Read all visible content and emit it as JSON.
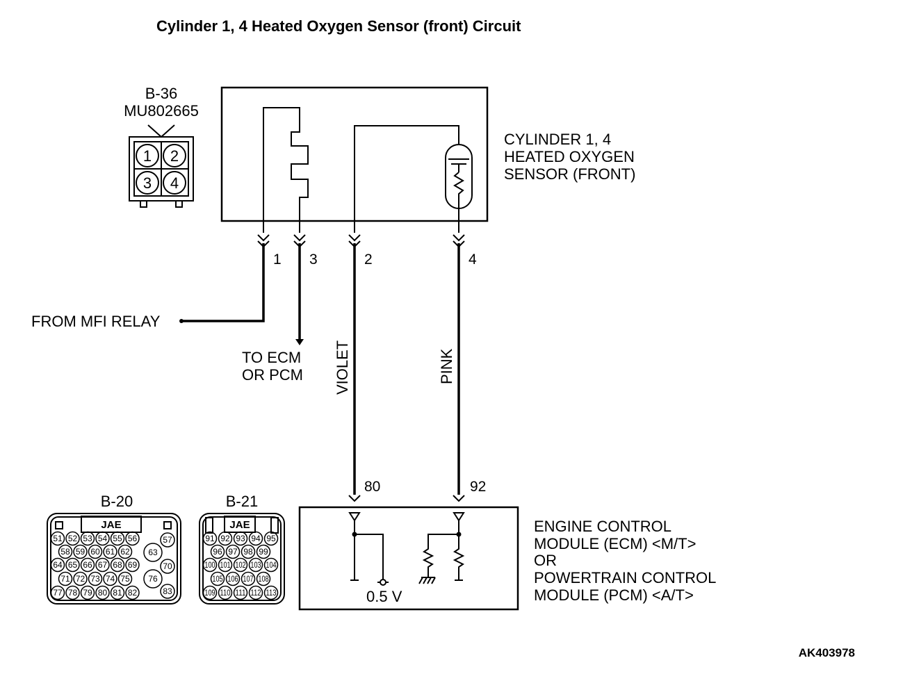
{
  "title": "Cylinder 1, 4 Heated Oxygen Sensor (front) Circuit",
  "connector_b36": {
    "name": "B-36",
    "part": "MU802665",
    "pins": [
      "1",
      "2",
      "3",
      "4"
    ]
  },
  "sensor": {
    "line1": "CYLINDER 1, 4",
    "line2": "HEATED OXYGEN",
    "line3": "SENSOR (FRONT)"
  },
  "wire_pins": {
    "p1": "1",
    "p3": "3",
    "p2": "2",
    "p4": "4"
  },
  "labels": {
    "from_relay": "FROM MFI RELAY",
    "to_ecm_1": "TO ECM",
    "to_ecm_2": "OR PCM",
    "violet": "VIOLET",
    "pink": "PINK"
  },
  "ecm_pins": {
    "a": "80",
    "b": "92"
  },
  "ecm": {
    "line1": "ENGINE CONTROL",
    "line2": "MODULE (ECM) <M/T>",
    "line3": "OR",
    "line4": "POWERTRAIN CONTROL",
    "line5": "MODULE (PCM) <A/T>",
    "voltage": "0.5 V"
  },
  "connector_b20": {
    "name": "B-20",
    "maker": "JAE",
    "row1": [
      "51",
      "52",
      "53",
      "54",
      "55",
      "56"
    ],
    "row2": [
      "58",
      "59",
      "60",
      "61",
      "62"
    ],
    "row3": [
      "64",
      "65",
      "66",
      "67",
      "68",
      "69"
    ],
    "row4": [
      "71",
      "72",
      "73",
      "74",
      "75"
    ],
    "row5": [
      "77",
      "78",
      "79",
      "80",
      "81",
      "82"
    ],
    "right": [
      "57",
      "63",
      "70",
      "76",
      "83"
    ]
  },
  "connector_b21": {
    "name": "B-21",
    "maker": "JAE",
    "row1": [
      "91",
      "92",
      "93",
      "94",
      "95"
    ],
    "row2": [
      "96",
      "97",
      "98",
      "99"
    ],
    "row3": [
      "100",
      "101",
      "102",
      "103",
      "104"
    ],
    "row4": [
      "105",
      "106",
      "107",
      "108"
    ],
    "row5": [
      "109",
      "110",
      "111",
      "112",
      "113"
    ]
  },
  "reference": "AK403978"
}
